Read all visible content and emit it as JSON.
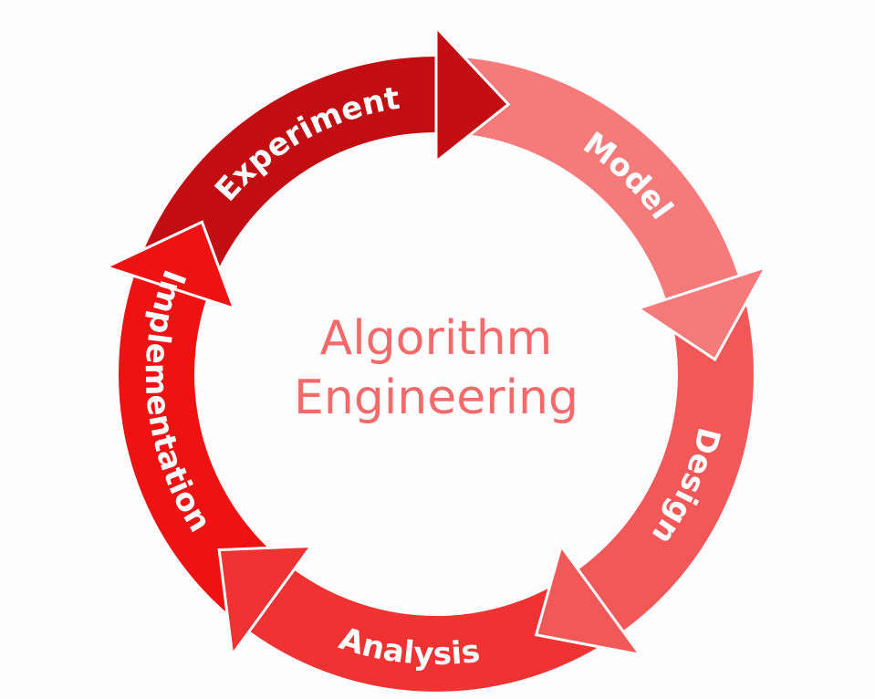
{
  "title_lines": [
    "Algorithm",
    "Engineering"
  ],
  "steps": [
    {
      "label": "Experiment",
      "color": "#c20e12"
    },
    {
      "label": "Model",
      "color": "#f77a7a"
    },
    {
      "label": "Design",
      "color": "#f35858"
    },
    {
      "label": "Analysis",
      "color": "#ef3232"
    },
    {
      "label": "Implementation",
      "color": "#ee1212"
    }
  ]
}
